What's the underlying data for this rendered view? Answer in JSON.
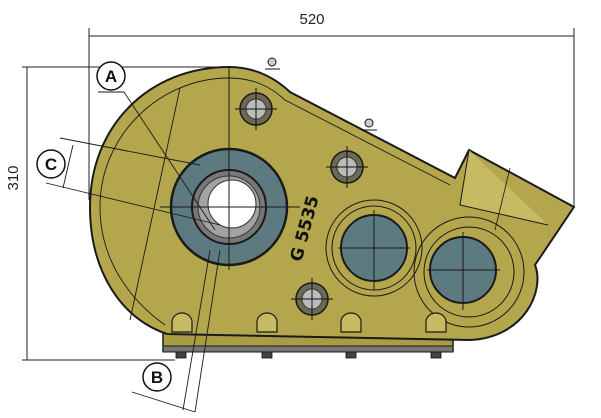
{
  "dimensions": {
    "width_label": "520",
    "height_label": "310"
  },
  "callouts": {
    "a": "A",
    "b": "B",
    "c": "C"
  },
  "casting_mark": "G 5535",
  "colors": {
    "housing": "#b3a64c",
    "housing_light": "#c6bb63",
    "bearing_cover": "#5d7a80",
    "outline": "#1a1a1a"
  }
}
